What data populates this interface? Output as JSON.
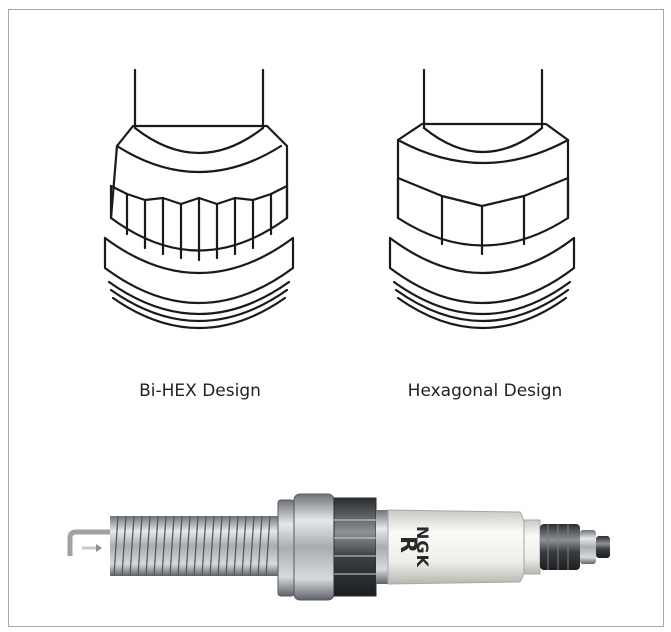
{
  "captions": {
    "left": "Bi-HEX Design",
    "right": "Hexagonal Design"
  },
  "plug": {
    "brand": "NGK",
    "mark": "R"
  },
  "colors": {
    "outline": "#1a1a1a",
    "frame": "#a8a8a8",
    "ceramic": "#f2f2ef",
    "metal": "#b9bcc0"
  }
}
